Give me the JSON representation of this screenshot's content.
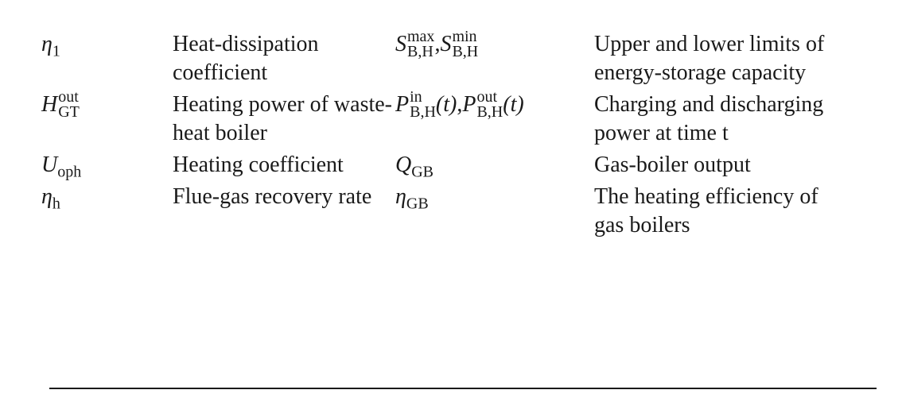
{
  "rows": [
    {
      "left_sym": {
        "base": "η",
        "sub": "1"
      },
      "left_desc": "Heat-dissipation coefficient",
      "right_sym": {
        "a_base": "S",
        "a_sup": "max",
        "a_sub": "B,H",
        "sep": ",",
        "b_base": "S",
        "b_sup": "min",
        "b_sub": "B,H"
      },
      "right_desc": "Upper and lower limits of energy-storage capacity"
    },
    {
      "left_sym": {
        "base": "H",
        "sup": "out",
        "sub": "GT"
      },
      "left_desc": "Heating power of waste-heat boiler",
      "right_sym": {
        "a_base": "P",
        "a_sup": "in",
        "a_sub": "B,H",
        "a_arg": "(t)",
        "sep": ",",
        "b_base": "P",
        "b_sup": "out",
        "b_sub": "B,H",
        "b_arg": "(t)"
      },
      "right_desc": "Charging and discharging power at time t"
    },
    {
      "left_sym": {
        "base": "U",
        "sub": "oph"
      },
      "left_desc": "Heating coefficient",
      "right_sym": {
        "base": "Q",
        "sub": "GB"
      },
      "right_desc": "Gas-boiler output"
    },
    {
      "left_sym": {
        "base": "η",
        "sub": "h"
      },
      "left_desc": "Flue-gas recovery rate",
      "right_sym": {
        "base": "η",
        "sub": "GB"
      },
      "right_desc": "The heating efficiency of gas boilers"
    }
  ]
}
